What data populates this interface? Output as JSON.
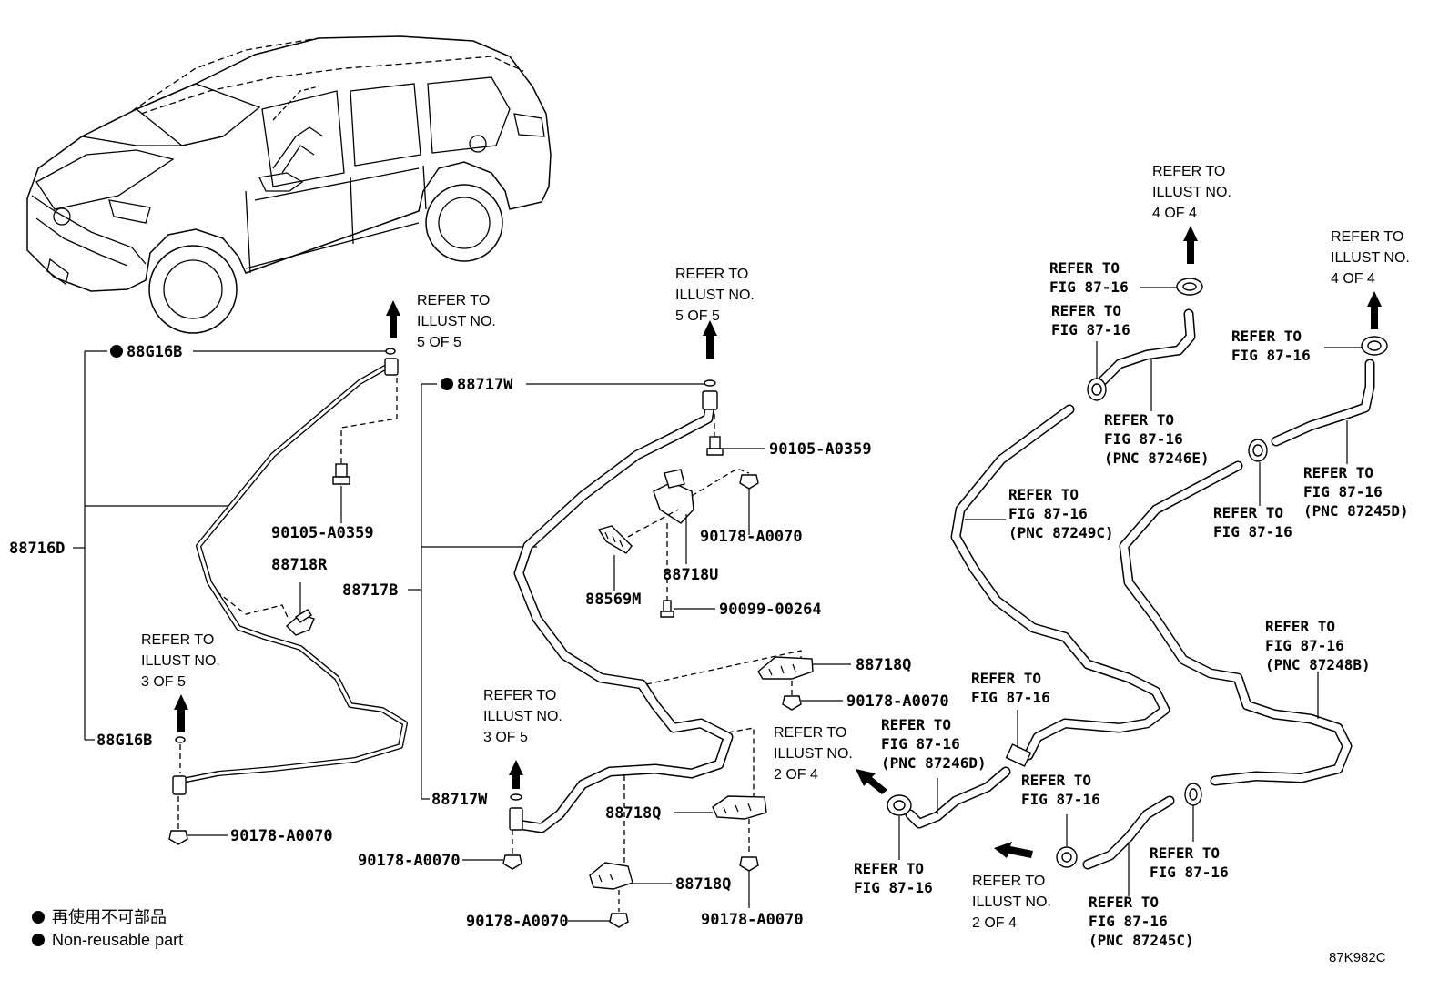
{
  "labels": {
    "p88716D": "88716D",
    "p88G16B_top": "88G16B",
    "p88G16B_bot": "88G16B",
    "p90105_left": "90105-A0359",
    "p88718R": "88718R",
    "p90178_left": "90178-A0070",
    "p88717B": "88717B",
    "p88717W_top": "88717W",
    "p88717W_bot": "88717W",
    "p90105_mid": "90105-A0359",
    "p90178_mid1": "90178-A0070",
    "p88718U": "88718U",
    "p88569M": "88569M",
    "p90099": "90099-00264",
    "p88718Q_a": "88718Q",
    "p90178_mid2": "90178-A0070",
    "p88718Q_b": "88718Q",
    "p88718Q_c": "88718Q",
    "p90178_mid3": "90178-A0070",
    "p90178_mid4": "90178-A0070",
    "p90178_mid5": "90178-A0070"
  },
  "illust_refs": {
    "r5of5_left": [
      "REFER TO",
      "ILLUST NO.",
      "5 OF 5"
    ],
    "r3of5_left": [
      "REFER TO",
      "ILLUST NO.",
      "3 OF 5"
    ],
    "r5of5_mid": [
      "REFER TO",
      "ILLUST NO.",
      "5 OF 5"
    ],
    "r3of5_mid": [
      "REFER TO",
      "ILLUST NO.",
      "3 OF 5"
    ],
    "r2of4_a": [
      "REFER TO",
      "ILLUST NO.",
      "2 OF 4"
    ],
    "r2of4_b": [
      "REFER TO",
      "ILLUST NO.",
      "2 OF 4"
    ],
    "r4of4_a": [
      "REFER TO",
      "ILLUST NO.",
      "4 OF 4"
    ],
    "r4of4_b": [
      "REFER TO",
      "ILLUST NO.",
      "4 OF 4"
    ]
  },
  "fig_refs": {
    "f1": [
      "REFER TO",
      "FIG 87-16"
    ],
    "f2": [
      "REFER TO",
      "FIG 87-16"
    ],
    "f3": [
      "REFER TO",
      "FIG 87-16",
      "(PNC 87246E)"
    ],
    "f4": [
      "REFER TO",
      "FIG 87-16",
      "(PNC 87249C)"
    ],
    "f5": [
      "REFER TO",
      "FIG 87-16"
    ],
    "f6": [
      "REFER TO",
      "FIG 87-16"
    ],
    "f7": [
      "REFER TO",
      "FIG 87-16",
      "(PNC 87245D)"
    ],
    "f8": [
      "REFER TO",
      "FIG 87-16",
      "(PNC 87248B)"
    ],
    "f9": [
      "REFER TO",
      "FIG 87-16"
    ],
    "f10": [
      "REFER TO",
      "FIG 87-16",
      "(PNC 87246D)"
    ],
    "f11": [
      "REFER TO",
      "FIG 87-16"
    ],
    "f12": [
      "REFER TO",
      "FIG 87-16"
    ],
    "f13": [
      "REFER TO",
      "FIG 87-16"
    ],
    "f14": [
      "REFER TO",
      "FIG 87-16",
      "(PNC 87245C)"
    ]
  },
  "legend": {
    "jp": "再使用不可部品",
    "en": "Non-reusable part"
  },
  "figure_code": "87K982C"
}
